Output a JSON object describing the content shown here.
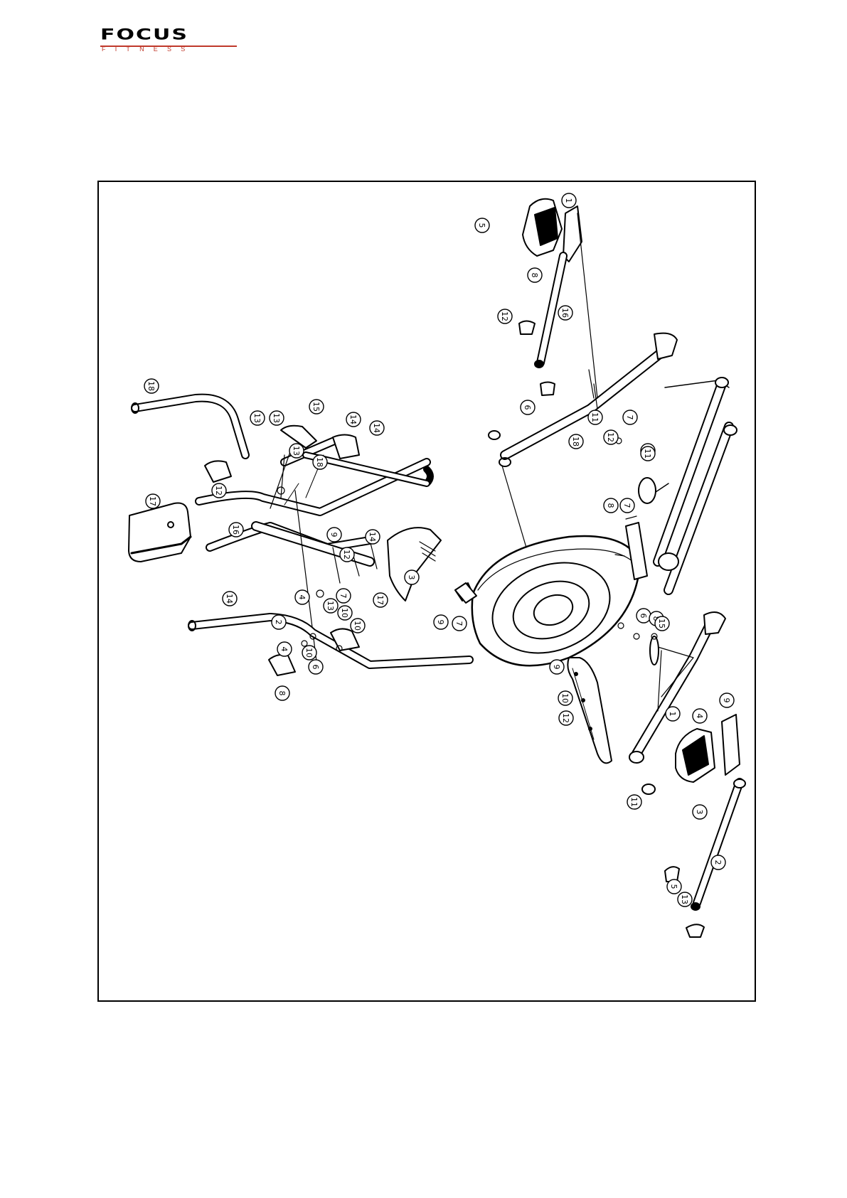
{
  "brand": {
    "name": "FOCUS",
    "tagline": "FITNESS",
    "accent_color": "#c0392b"
  },
  "diagram": {
    "callouts": [
      {
        "label": "18"
      },
      {
        "label": "13"
      },
      {
        "label": "15"
      },
      {
        "label": "14"
      },
      {
        "label": "14"
      },
      {
        "label": "13"
      },
      {
        "label": "13"
      },
      {
        "label": "18"
      },
      {
        "label": "12"
      },
      {
        "label": "16"
      },
      {
        "label": "17"
      },
      {
        "label": "14"
      },
      {
        "label": "9"
      },
      {
        "label": "12"
      },
      {
        "label": "4"
      },
      {
        "label": "7"
      },
      {
        "label": "13"
      },
      {
        "label": "2"
      },
      {
        "label": "4"
      },
      {
        "label": "10"
      },
      {
        "label": "14"
      },
      {
        "label": "6"
      },
      {
        "label": "17"
      },
      {
        "label": "10"
      },
      {
        "label": "10"
      },
      {
        "label": "8"
      },
      {
        "label": "3"
      },
      {
        "label": "9"
      },
      {
        "label": "7"
      },
      {
        "label": "5"
      },
      {
        "label": "8"
      },
      {
        "label": "12"
      },
      {
        "label": "16"
      },
      {
        "label": "1"
      },
      {
        "label": "6"
      },
      {
        "label": "11"
      },
      {
        "label": "18"
      },
      {
        "label": "12"
      },
      {
        "label": "7"
      },
      {
        "label": "13"
      },
      {
        "label": "8"
      },
      {
        "label": "7"
      },
      {
        "label": "11"
      },
      {
        "label": "9"
      },
      {
        "label": "10"
      },
      {
        "label": "12"
      },
      {
        "label": "6"
      },
      {
        "label": "8"
      },
      {
        "label": "15"
      },
      {
        "label": "1"
      },
      {
        "label": "4"
      },
      {
        "label": "9"
      },
      {
        "label": "11"
      },
      {
        "label": "3"
      },
      {
        "label": "2"
      },
      {
        "label": "5"
      },
      {
        "label": "13"
      }
    ]
  }
}
